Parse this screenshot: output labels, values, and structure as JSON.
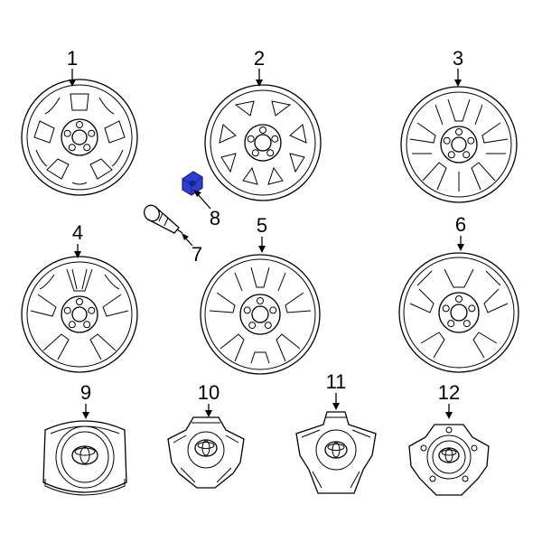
{
  "diagram": {
    "callouts": [
      {
        "id": "1",
        "label": "1",
        "part": "wheel"
      },
      {
        "id": "2",
        "label": "2",
        "part": "wheel"
      },
      {
        "id": "3",
        "label": "3",
        "part": "wheel"
      },
      {
        "id": "4",
        "label": "4",
        "part": "wheel"
      },
      {
        "id": "5",
        "label": "5",
        "part": "wheel"
      },
      {
        "id": "6",
        "label": "6",
        "part": "wheel"
      },
      {
        "id": "7",
        "label": "7",
        "part": "valve-stem"
      },
      {
        "id": "8",
        "label": "8",
        "part": "lug-nut"
      },
      {
        "id": "9",
        "label": "9",
        "part": "center-cap"
      },
      {
        "id": "10",
        "label": "10",
        "part": "center-cap"
      },
      {
        "id": "11",
        "label": "11",
        "part": "center-cap"
      },
      {
        "id": "12",
        "label": "12",
        "part": "center-cap"
      }
    ],
    "colors": {
      "line": "#000000",
      "background": "#ffffff",
      "highlight": "#2b3fd8",
      "highlight_dark": "#1a237e"
    },
    "highlighted_part": "8"
  }
}
